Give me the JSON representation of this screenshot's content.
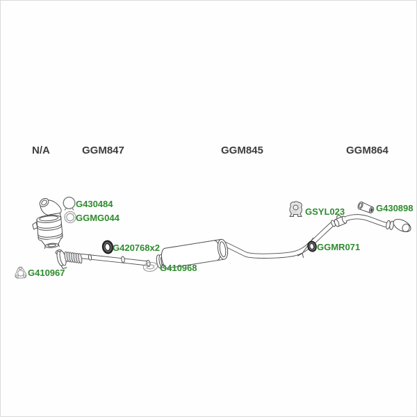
{
  "window": {
    "type": "exhaust-system-parts-diagram",
    "background": "#fefefe",
    "border_color": "#d9d9d9"
  },
  "colors": {
    "part_label_green": "#2e8b2e",
    "header_text": "#3d3d3d",
    "line_art": "#4d4d4d"
  },
  "headers": [
    {
      "label": "N/A"
    },
    {
      "label": "GGM847"
    },
    {
      "label": "GGM845"
    },
    {
      "label": "GGM864"
    }
  ],
  "parts": [
    {
      "label": "G430484",
      "icon": "pipe-clamp-icon"
    },
    {
      "label": "GGMG044",
      "icon": "round-gasket-icon"
    },
    {
      "label": "G410967",
      "icon": "triangular-flange-gasket-icon"
    },
    {
      "label": "G420768x2",
      "icon": "rubber-hanger-grommet-icon"
    },
    {
      "label": "G410968",
      "icon": "oval-flange-gasket-icon"
    },
    {
      "label": "GSYL023",
      "icon": "rubber-mounting-block-icon"
    },
    {
      "label": "GGMR071",
      "icon": "rubber-hanger-grommet-icon"
    },
    {
      "label": "G430898",
      "icon": "tailpipe-finisher-icon"
    }
  ]
}
